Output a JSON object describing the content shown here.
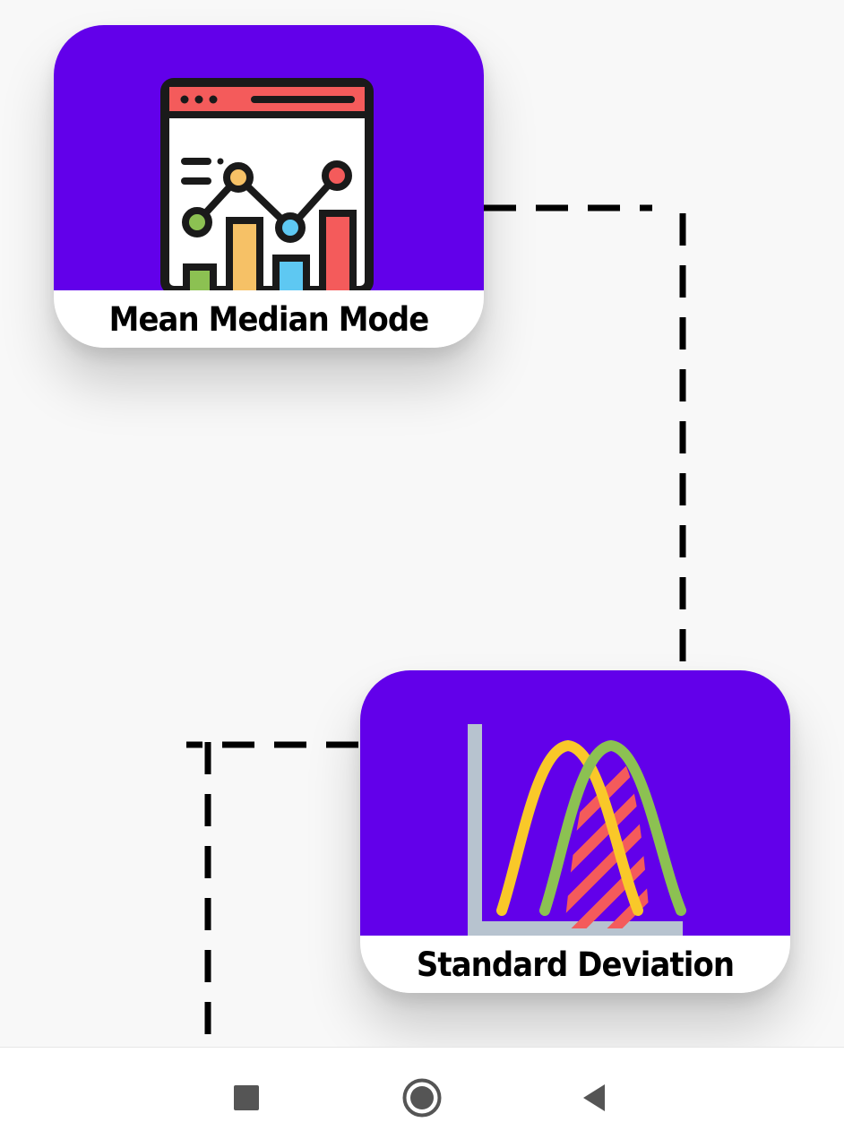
{
  "cards": [
    {
      "label": "Mean Median Mode",
      "icon": "analytics-dashboard-icon",
      "background_color": "#6200ea"
    },
    {
      "label": "Standard Deviation",
      "icon": "normal-distribution-curves-icon",
      "background_color": "#6200ea"
    }
  ],
  "connector": {
    "style": "dashed",
    "color": "#000000"
  },
  "navigation_bar": {
    "buttons": [
      {
        "name": "recent-apps",
        "icon": "square-icon"
      },
      {
        "name": "home",
        "icon": "circle-home-icon"
      },
      {
        "name": "back",
        "icon": "triangle-back-icon"
      }
    ],
    "icon_color": "#555555"
  }
}
